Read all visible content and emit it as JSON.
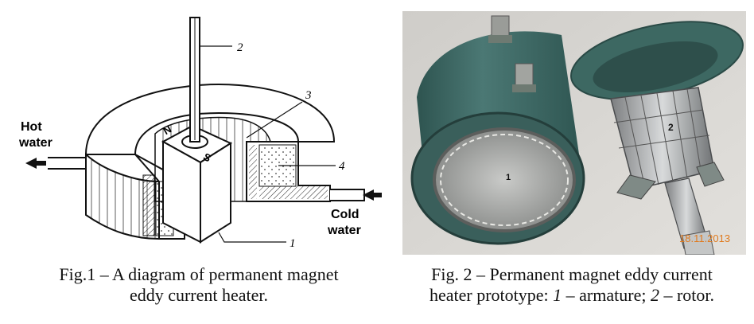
{
  "figure1": {
    "labels": {
      "hot_line1": "Hot",
      "hot_line2": "water",
      "cold_line1": "Cold",
      "cold_line2": "water",
      "n1": "1",
      "n2": "2",
      "n3": "3",
      "n4": "4",
      "pole_n": "N",
      "pole_s": "S"
    },
    "caption": {
      "line1": "Fig.1 – A diagram of permanent magnet",
      "line2": "eddy current heater."
    }
  },
  "figure2": {
    "photo_labels": {
      "armature": "1",
      "rotor": "2",
      "date_stamp": "18.11.2013"
    },
    "caption": {
      "line1": "Fig. 2 – Permanent magnet eddy current",
      "line2_a": "heater prototype: ",
      "num1": "1",
      "line2_b": " – armature; ",
      "num2": "2",
      "line2_c": " – rotor."
    }
  },
  "colors": {
    "photo_background": "#d6d4d0",
    "housing_green": "#3f6a66",
    "date_stamp": "#e07a1e"
  }
}
